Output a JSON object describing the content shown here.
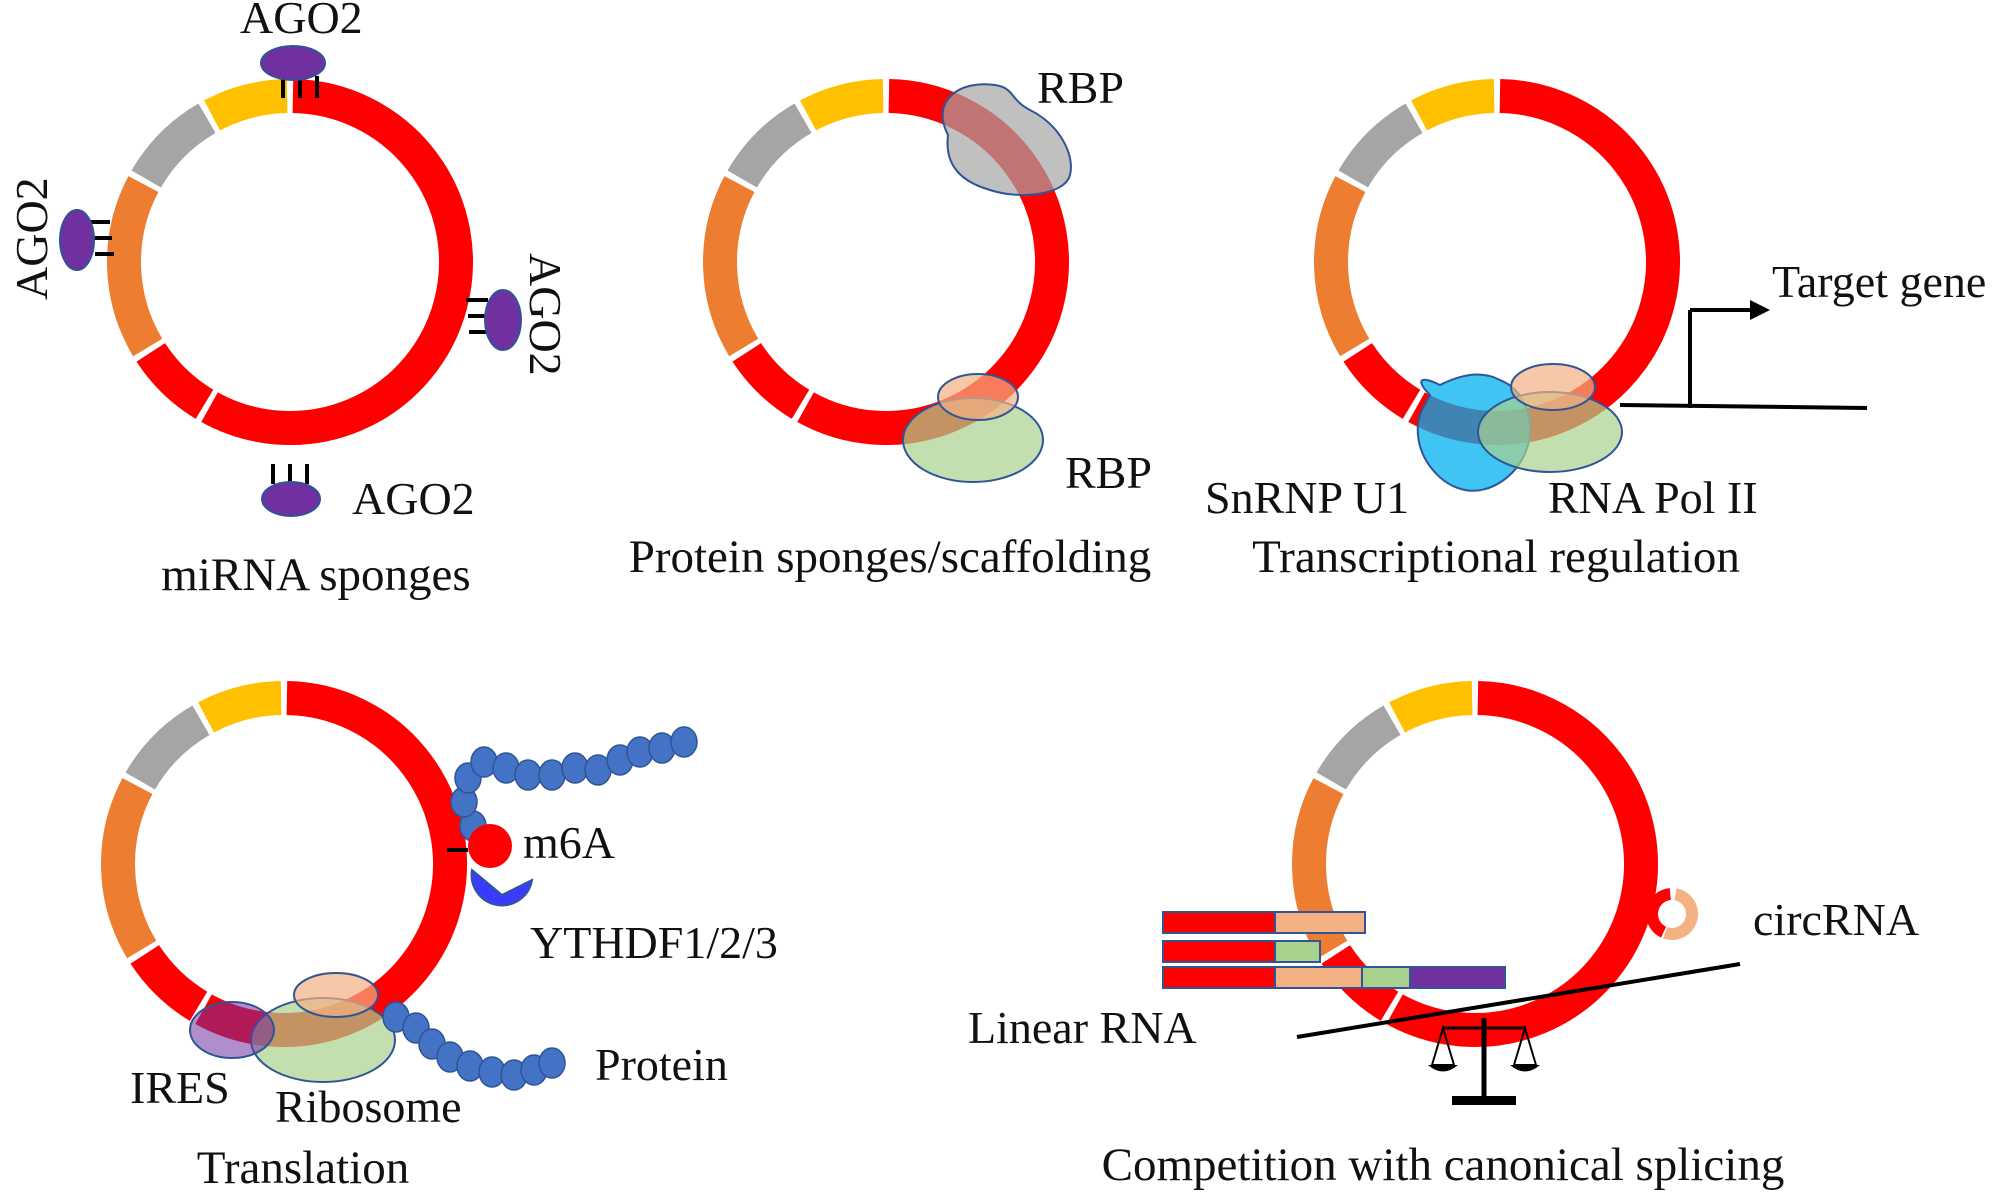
{
  "colors": {
    "red": "#ff0000",
    "orange": "#ed7d31",
    "gray": "#a5a5a5",
    "yellow": "#ffc000",
    "ago2": "#7030a0",
    "rbp_gray": "#a5a5a5",
    "rbp_peach": "#f4b183",
    "rbp_green": "#a9d18e",
    "snrnp_blue": "#00b0f0",
    "protein_blue": "#4472c4",
    "ythdf_blue": "#3b3bff",
    "purple_bar": "#7030a0",
    "outline": "#2f5597"
  },
  "panels": {
    "mirna": {
      "caption": "miRNA sponges",
      "ago2_labels": [
        "AGO2",
        "AGO2",
        "AGO2",
        "AGO2"
      ]
    },
    "protein_sponge": {
      "caption": "Protein sponges/scaffolding",
      "rbp_top": "RBP",
      "rbp_bottom": "RBP"
    },
    "transcription": {
      "caption": "Transcriptional regulation",
      "target_gene": "Target gene",
      "snrnp": "SnRNP U1",
      "pol2": "RNA Pol II"
    },
    "translation": {
      "caption": "Translation",
      "m6a": "m6A",
      "ythdf": "YTHDF1/2/3",
      "protein": "Protein",
      "ires": "IRES",
      "ribosome": "Ribosome"
    },
    "splicing": {
      "caption": "Competition with canonical splicing",
      "linear_rna": "Linear RNA",
      "circrna": "circRNA"
    }
  }
}
